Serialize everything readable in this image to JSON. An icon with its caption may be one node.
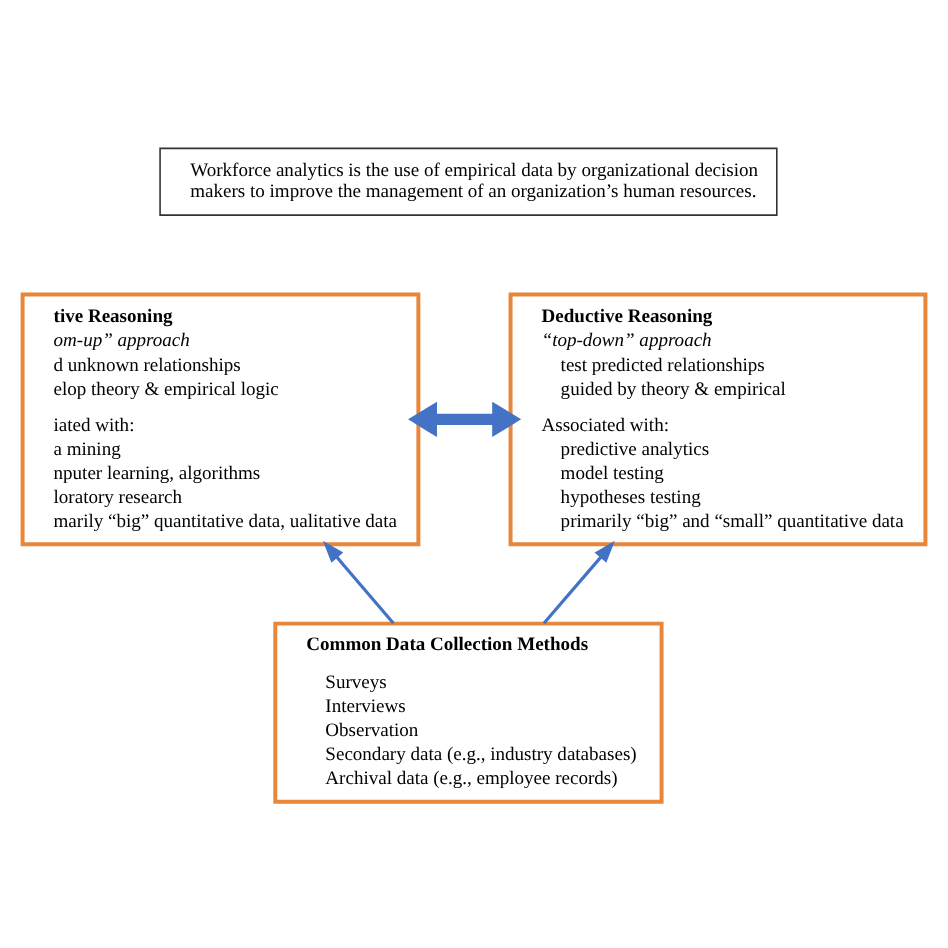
{
  "diagram": {
    "nodes": [
      {
        "text": [
          "Workforce analytics is the use of empirical data by organizational decision makers to improve the management of an organization’s human resources."
        ]
      },
      {
        "text": [
          "tive Reasoning",
          "om-up” approach",
          "d unknown relationships",
          "elop theory & empirical logic",
          "iated with:",
          "a mining",
          "nputer learning, algorithms",
          "loratory research",
          "marily “big” quantitative data, ualitative data"
        ]
      },
      {
        "text": [
          "Deductive Reasoning",
          "“top-down” approach",
          "test predicted relationships",
          "guided by theory & empirical",
          "Associated with:",
          "predictive analytics",
          "model testing",
          "hypotheses testing",
          "primarily “big” and “small” quantitative data"
        ]
      },
      {
        "text": [
          "Common Data Collection Methods",
          "Surveys",
          "Interviews",
          "Observation",
          "Secondary data (e.g., industry databases)",
          "Archival data (e.g., employee records)"
        ]
      }
    ],
    "edges": [
      {
        "from": 1,
        "to": 2,
        "arrow": "both",
        "style": "thick"
      },
      {
        "from": 3,
        "to": 1,
        "arrow": "to"
      },
      {
        "from": 3,
        "to": 2,
        "arrow": "to"
      }
    ]
  }
}
